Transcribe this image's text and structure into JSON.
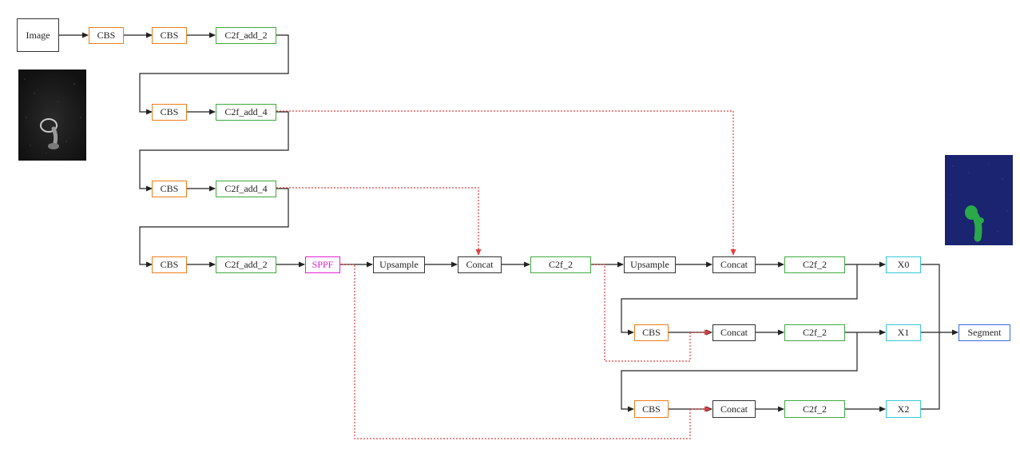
{
  "colors": {
    "cbs": "#ee7d1c",
    "c2f": "#3eaa3e",
    "sppf": "#e020d0",
    "output": "#38c8d8",
    "segment": "#3a6edb",
    "plain": "#333333",
    "skip_connection": "#e04040",
    "mask_background": "#1a2470",
    "mask_foreground": "#2aa84a"
  },
  "images": {
    "input_image": "grayscale seedling photo",
    "segmented_image": "blue background with green seedling mask"
  },
  "nodes": {
    "image": "Image",
    "cbs_1": "CBS",
    "cbs_2": "CBS",
    "c2f_add_2_a": "C2f_add_2",
    "cbs_3": "CBS",
    "c2f_add_4_a": "C2f_add_4",
    "cbs_4": "CBS",
    "c2f_add_4_b": "C2f_add_4",
    "cbs_5": "CBS",
    "c2f_add_2_b": "C2f_add_2",
    "sppf": "SPPF",
    "upsample_1": "Upsample",
    "concat_1": "Concat",
    "c2f_2_a": "C2f_2",
    "upsample_2": "Upsample",
    "concat_2": "Concat",
    "c2f_2_b": "C2f_2",
    "x0": "X0",
    "cbs_6": "CBS",
    "concat_3": "Concat",
    "c2f_2_c": "C2f_2",
    "x1": "X1",
    "segment": "Segment",
    "cbs_7": "CBS",
    "concat_4": "Concat",
    "c2f_2_d": "C2f_2",
    "x2": "X2"
  }
}
